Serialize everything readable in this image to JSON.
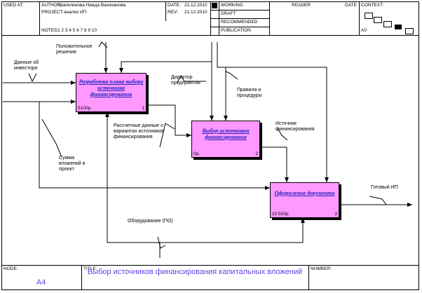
{
  "header": {
    "used_at_label": "USED AT:",
    "author_label": "AUTHOR:",
    "author_value": "Шагеленова Наида Вазиханова",
    "project_label": "PROJECT:",
    "project_value": "анализ ИП",
    "notes_label": "NOTES:",
    "notes_value": "1  2  3  4  5  6  7  8  9  10",
    "date_label": "DATE:",
    "date_value": "21.12.2010",
    "rev_label": "REV:",
    "rev_value": "21.12.2010",
    "status": [
      "WORKING",
      "DRAFT",
      "RECOMMENDED",
      "PUBLICATION"
    ],
    "reader_label": "READER",
    "reader_date_label": "DATE",
    "context_label": "CONTEXT:",
    "context_value": "A0"
  },
  "boxes": [
    {
      "title": "Разработка плана выбора источника финансирования",
      "cost": "5100р.",
      "number": "1"
    },
    {
      "title": "Выбор источников финансирования",
      "cost": "0р.",
      "number": "2"
    },
    {
      "title": "Оформление документа",
      "cost": "10 500р.",
      "number": "3"
    }
  ],
  "arrows": {
    "positive_decision": "Положительное решение",
    "investor_data": "Данные об инвесторе",
    "director": "Директор предприятия",
    "rules": "Правила и процедуры",
    "calculated_data": "Рассчетные данные о вариантах источников финансирования",
    "funding_source": "Источник финансирования",
    "investment_sum": "Сумма вложений в проект",
    "ready_ip": "Готовый ИП",
    "equipment": "Оборудование (ПО)"
  },
  "footer": {
    "node_label": "NODE:",
    "node_value": "A4",
    "title_label": "TITLE:",
    "title_value": "Выбор источников финансирования капитальных вложений",
    "number_label": "NUMBER:"
  }
}
